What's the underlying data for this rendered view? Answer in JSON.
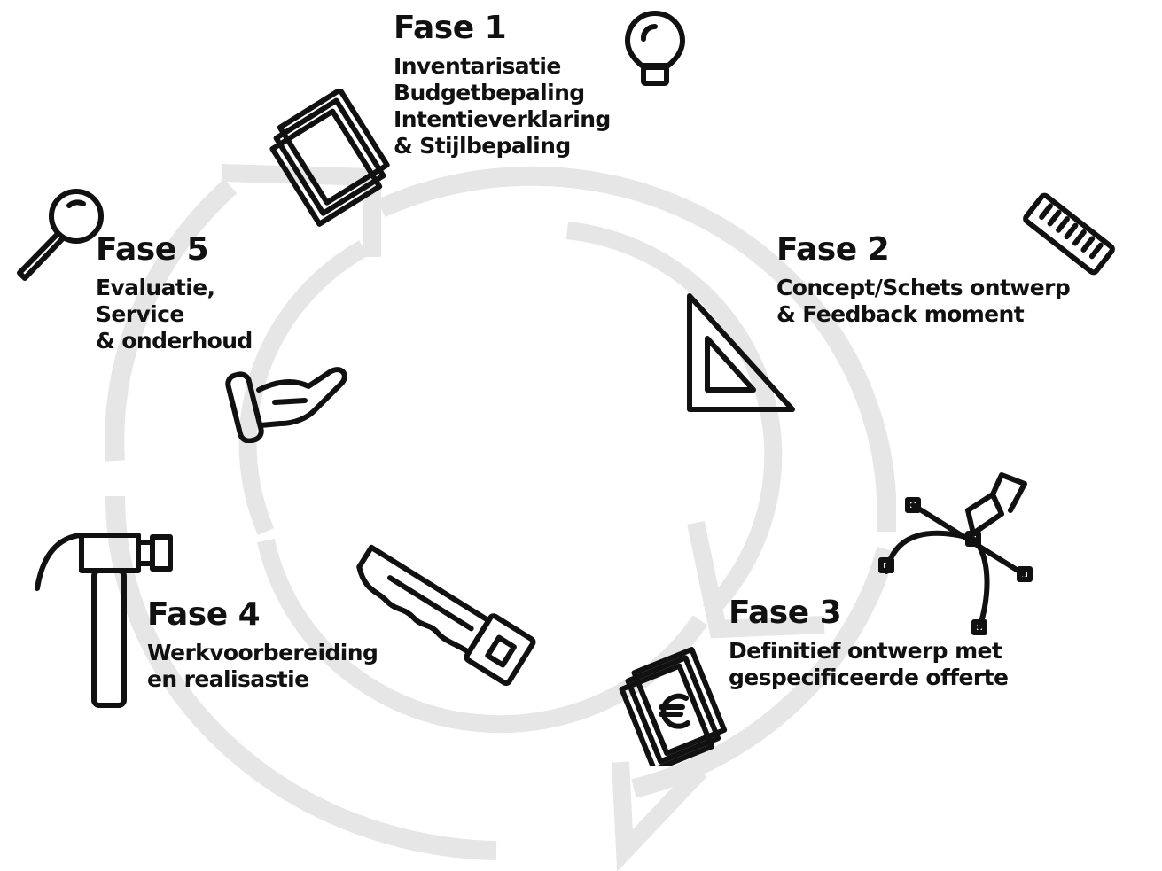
{
  "colors": {
    "background": "#ffffff",
    "ink": "#111111",
    "cycle_arrow": "#e6e6e6"
  },
  "phases": [
    {
      "title": "Fase 1",
      "lines": [
        "Inventarisatie",
        "Budgetbepaling",
        "Intentieverklaring",
        "& Stijlbepaling"
      ]
    },
    {
      "title": "Fase 2",
      "lines": [
        "Concept/Schets ontwerp",
        "& Feedback moment"
      ]
    },
    {
      "title": "Fase 3",
      "lines": [
        "Definitief ontwerp met",
        "gespecificeerde offerte"
      ]
    },
    {
      "title": "Fase 4",
      "lines": [
        "Werkvoorbereiding",
        "en realisastie"
      ]
    },
    {
      "title": "Fase 5",
      "lines": [
        "Evaluatie,",
        "Service",
        "& onderhoud"
      ]
    }
  ],
  "icons": {
    "phase1": [
      "lightbulb-icon",
      "papers-icon"
    ],
    "phase2": [
      "ruler-icon",
      "set-square-icon"
    ],
    "phase3": [
      "bezier-pen-icon",
      "euro-bills-icon"
    ],
    "phase4": [
      "hammer-icon",
      "saw-icon"
    ],
    "phase5": [
      "magnifier-icon",
      "hand-icon"
    ]
  }
}
